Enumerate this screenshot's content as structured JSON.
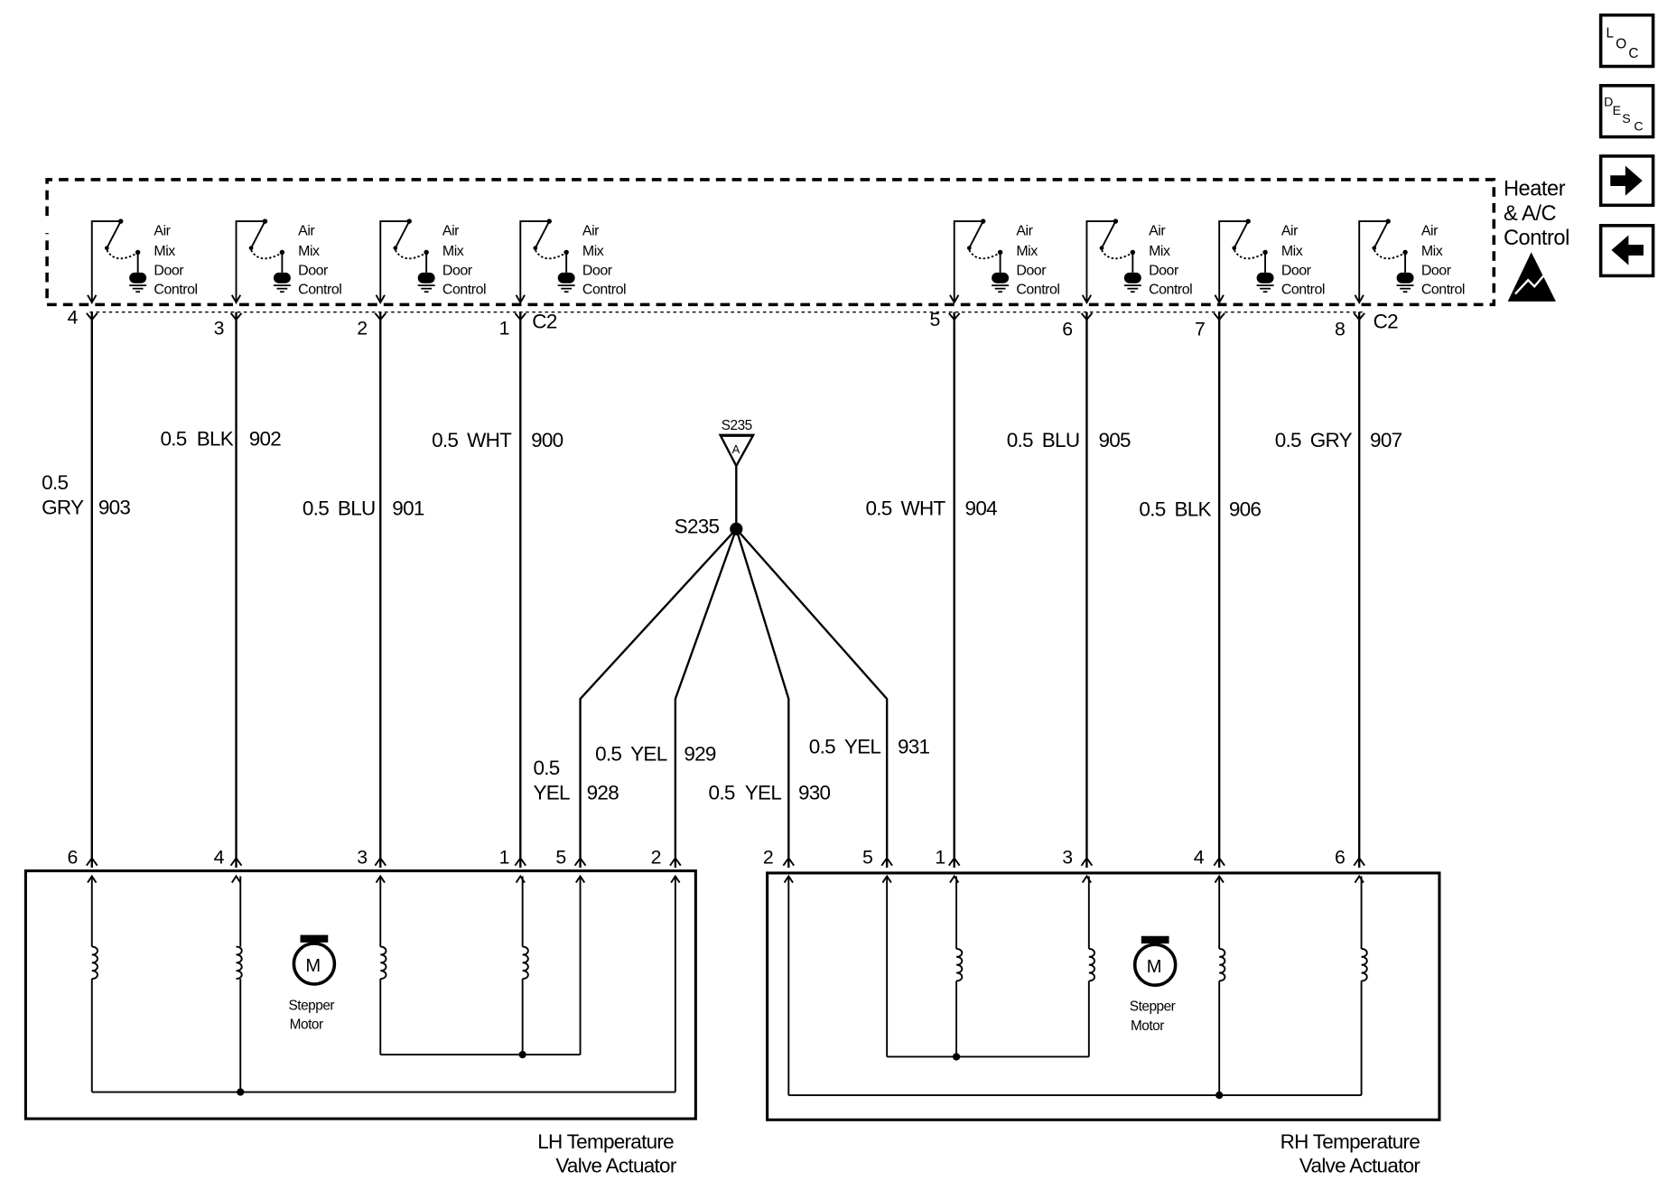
{
  "module": {
    "label_lines": [
      "Heater",
      "& A/C",
      "Control"
    ],
    "connector": "C2",
    "switch_label_lines": [
      "Air",
      "Mix",
      "Door",
      "Control"
    ]
  },
  "nav": {
    "loc": {
      "l1": "L",
      "l2": "O",
      "l3": "C"
    },
    "desc": {
      "l1": "D",
      "l2": "E",
      "l3": "S",
      "l4": "C"
    }
  },
  "splice": {
    "name": "S235",
    "tag": "S235",
    "tag_letter": "A"
  },
  "lh_actuator": {
    "label_lines": [
      "LH Temperature",
      "Valve Actuator"
    ],
    "motor_letter": "M",
    "motor_label_lines": [
      "Stepper",
      "Motor"
    ]
  },
  "rh_actuator": {
    "label_lines": [
      "RH Temperature",
      "Valve Actuator"
    ],
    "motor_letter": "M",
    "motor_label_lines": [
      "Stepper",
      "Motor"
    ]
  },
  "circuits": [
    {
      "top_pin": "4",
      "bottom_pin": "6",
      "gauge": "0.5",
      "color": "GRY",
      "circuit": "903"
    },
    {
      "top_pin": "3",
      "bottom_pin": "4",
      "gauge": "0.5",
      "color": "BLK",
      "circuit": "902"
    },
    {
      "top_pin": "2",
      "bottom_pin": "3",
      "gauge": "0.5",
      "color": "BLU",
      "circuit": "901"
    },
    {
      "top_pin": "1",
      "bottom_pin": "1",
      "gauge": "0.5",
      "color": "WHT",
      "circuit": "900"
    },
    {
      "top_pin": "5",
      "bottom_pin": "1",
      "gauge": "0.5",
      "color": "WHT",
      "circuit": "904"
    },
    {
      "top_pin": "6",
      "bottom_pin": "3",
      "gauge": "0.5",
      "color": "BLU",
      "circuit": "905"
    },
    {
      "top_pin": "7",
      "bottom_pin": "4",
      "gauge": "0.5",
      "color": "BLK",
      "circuit": "906"
    },
    {
      "top_pin": "8",
      "bottom_pin": "6",
      "gauge": "0.5",
      "color": "GRY",
      "circuit": "907"
    }
  ],
  "splice_circuits": [
    {
      "pin": "5",
      "gauge": "0.5",
      "color": "YEL",
      "circuit": "928"
    },
    {
      "pin": "2",
      "gauge": "0.5",
      "color": "YEL",
      "circuit": "929"
    },
    {
      "pin": "2",
      "gauge": "0.5",
      "color": "YEL",
      "circuit": "930"
    },
    {
      "pin": "5",
      "gauge": "0.5",
      "color": "YEL",
      "circuit": "931"
    }
  ]
}
